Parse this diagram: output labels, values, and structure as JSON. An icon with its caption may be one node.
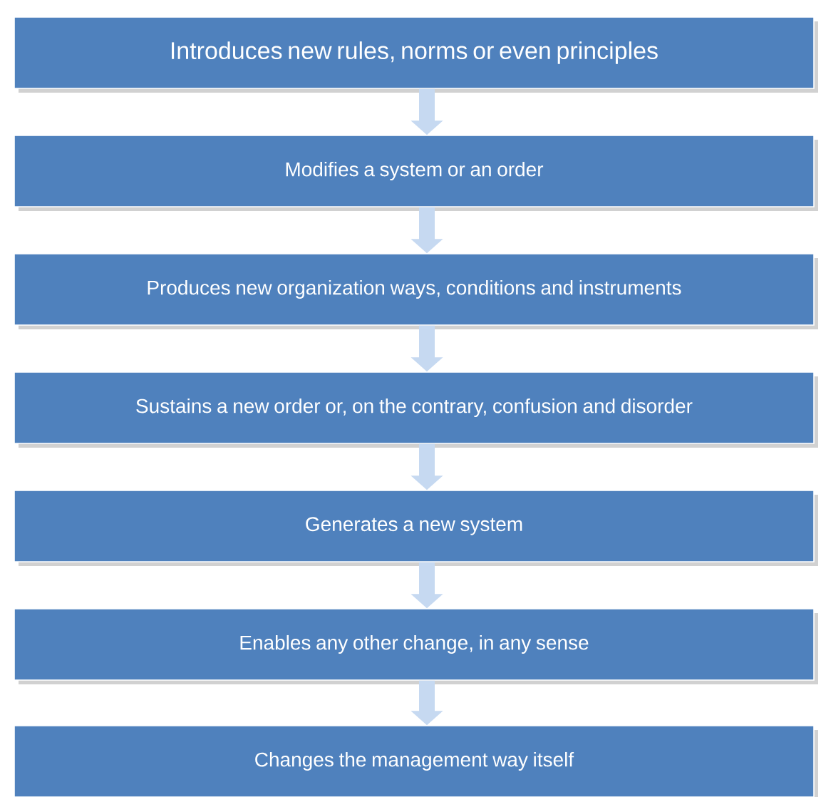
{
  "diagram": {
    "nodes": [
      {
        "text": [
          "Introduces new rules, norms or even principles"
        ]
      },
      {
        "text": [
          "Modifies a system or an order"
        ]
      },
      {
        "text": [
          "Produces new organization ways, conditions and instruments"
        ]
      },
      {
        "text": [
          "Sustains a new order or, on the contrary, confusion and disorder"
        ]
      },
      {
        "text": [
          "Generates a new system"
        ]
      },
      {
        "text": [
          "Enables any other change, in any sense"
        ]
      },
      {
        "text": [
          "Changes the management way itself"
        ]
      }
    ],
    "edges": [
      {
        "from": 0,
        "to": 1,
        "arrow": "to"
      },
      {
        "from": 1,
        "to": 2,
        "arrow": "to"
      },
      {
        "from": 2,
        "to": 3,
        "arrow": "to"
      },
      {
        "from": 3,
        "to": 4,
        "arrow": "to"
      },
      {
        "from": 4,
        "to": 5,
        "arrow": "to"
      },
      {
        "from": 5,
        "to": 6,
        "arrow": "to"
      }
    ]
  }
}
